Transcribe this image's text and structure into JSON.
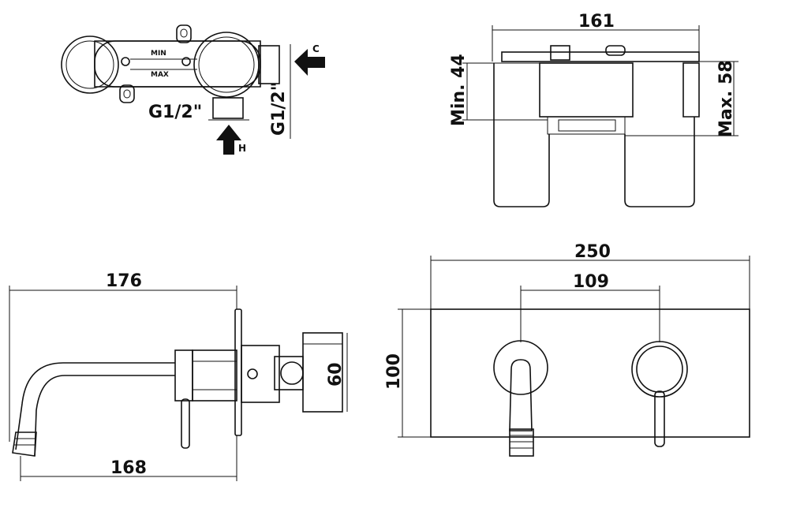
{
  "top_left_view": {
    "label_min": "MIN",
    "label_max": "MAX",
    "thread_side": "G1/2\"",
    "thread_bottom": "G1/2\"",
    "inlet_cold": "C",
    "inlet_hot": "H"
  },
  "top_right_view": {
    "width": "161",
    "depth_min": "Min. 44",
    "depth_max": "Max. 58"
  },
  "side_view": {
    "overall_length": "176",
    "spout_projection": "168",
    "body_height": "60"
  },
  "front_view": {
    "plate_width": "250",
    "plate_height": "100",
    "center_distance": "109"
  }
}
